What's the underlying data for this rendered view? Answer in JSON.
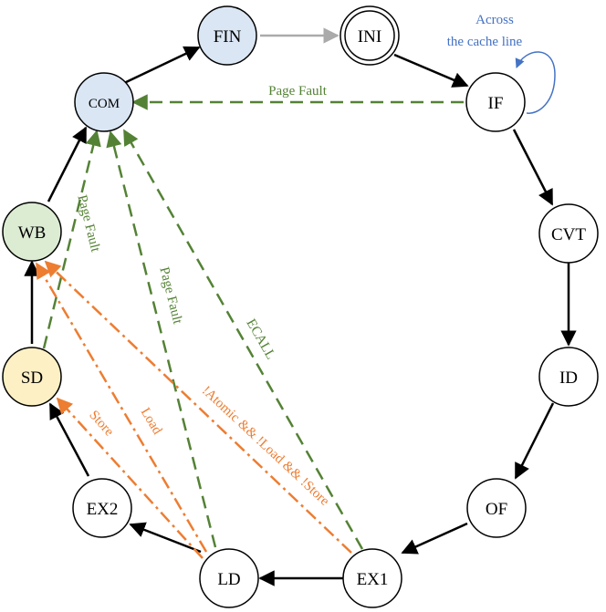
{
  "colors": {
    "node_stroke": "#000000",
    "node_fill_default": "#ffffff",
    "node_fill_blue": "#dae6f4",
    "node_fill_green": "#dcecd3",
    "node_fill_yellow": "#fdf0c4",
    "edge_black": "#000000",
    "edge_gray": "#aaaaaa",
    "edge_green": "#548235",
    "edge_orange": "#ed7d31",
    "edge_blue": "#4472c4"
  },
  "nodes": {
    "fin": {
      "label": "FIN",
      "fill": "blue"
    },
    "ini": {
      "label": "INI",
      "fill": "default",
      "double_border": true
    },
    "if": {
      "label": "IF",
      "fill": "default"
    },
    "cvt": {
      "label": "CVT",
      "fill": "default"
    },
    "id": {
      "label": "ID",
      "fill": "default"
    },
    "of": {
      "label": "OF",
      "fill": "default"
    },
    "ex1": {
      "label": "EX1",
      "fill": "default"
    },
    "ld": {
      "label": "LD",
      "fill": "default"
    },
    "ex2": {
      "label": "EX2",
      "fill": "default"
    },
    "sd": {
      "label": "SD",
      "fill": "yellow"
    },
    "wb": {
      "label": "WB",
      "fill": "green"
    },
    "com": {
      "label": "COM",
      "fill": "blue"
    }
  },
  "edge_labels": {
    "across_line1": "Across",
    "across_line2": "the cache line",
    "page_fault_if": "Page Fault",
    "page_fault_sd": "Page Fault",
    "page_fault_ld": "Page Fault",
    "ecall": "ECALL",
    "not_atomic": "!Atomic && !Load && !Store",
    "load": "Load",
    "store": "Store"
  }
}
